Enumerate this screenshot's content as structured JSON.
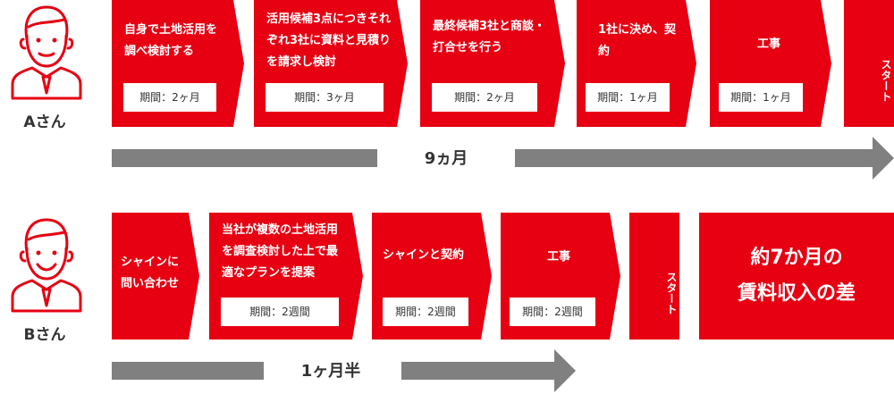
{
  "rowA": {
    "person": "Aさん",
    "steps": [
      {
        "text": "自身で土地活用を調べ検討する",
        "period": "期間：2ヶ月"
      },
      {
        "text": "活用候補3点につきそれぞれ3社に資料と見積りを請求し検討",
        "period": "期間：3ヶ月"
      },
      {
        "text": "最終候補3社と商談・打合せを行う",
        "period": "期間：2ヶ月"
      },
      {
        "text": "1社に決め、契約",
        "period": "期間：1ヶ月"
      },
      {
        "text": "工事",
        "period": "期間：1ヶ月"
      }
    ],
    "start": "スタート",
    "duration": "9ヵ月"
  },
  "rowB": {
    "person": "Bさん",
    "steps": [
      {
        "text": "シャインに問い合わせ"
      },
      {
        "text": "当社が複数の土地活用を調査検討した上で最適なプランを提案",
        "period": "期間：2週間"
      },
      {
        "text": "シャインと契約",
        "period": "期間：2週間"
      },
      {
        "text": "工事",
        "period": "期間：2週間"
      }
    ],
    "start": "スタート",
    "duration": "1ヶ月半"
  },
  "difference": {
    "line1": "約7か月の",
    "line2": "賃料収入の差"
  },
  "colors": {
    "accent": "#e60012",
    "bar": "#808080",
    "text": "#333333"
  },
  "icons": [
    "businessman-icon"
  ]
}
